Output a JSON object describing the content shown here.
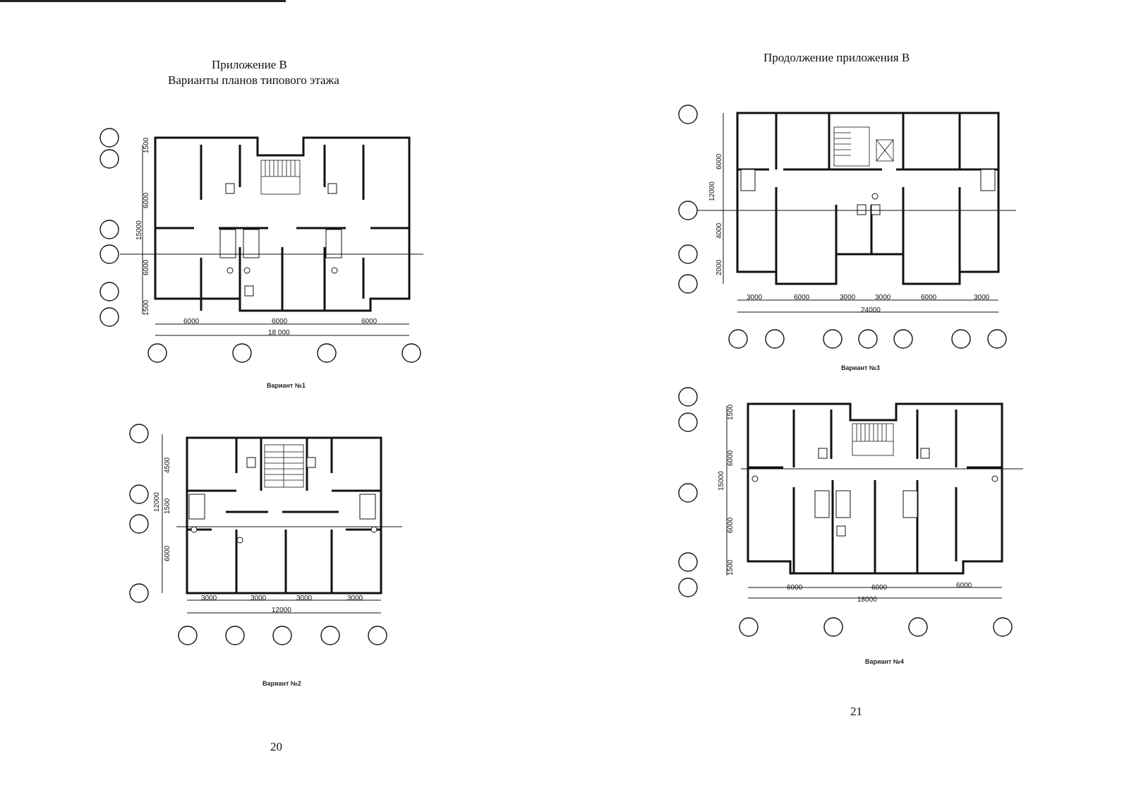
{
  "left_page": {
    "title": "Приложение В",
    "subtitle": "Варианты планов типового этажа",
    "page_number": "20",
    "plans": [
      {
        "caption": "Вариант №1",
        "dims_bottom": [
          "6000",
          "6000",
          "6000"
        ],
        "total": "18 000",
        "dims_side": [
          "1500",
          "6000",
          "15000",
          "6000",
          "1500"
        ]
      },
      {
        "caption": "Вариант №2",
        "dims_bottom": [
          "3000",
          "3000",
          "3000",
          "3000"
        ],
        "total": "12000",
        "dims_side": [
          "4500",
          "12000",
          "1500",
          "6000"
        ]
      }
    ]
  },
  "right_page": {
    "title": "Продолжение приложения В",
    "page_number": "21",
    "plans": [
      {
        "caption": "Вариант №3",
        "dims_bottom": [
          "3000",
          "6000",
          "3000",
          "3000",
          "6000",
          "3000"
        ],
        "total": "24000",
        "dims_side": [
          "6000",
          "12000",
          "4000",
          "2000"
        ]
      },
      {
        "caption": "Вариант №4",
        "dims_bottom": [
          "6000",
          "6000",
          "6000"
        ],
        "total": "18000",
        "dims_side": [
          "1500",
          "15000",
          "6000",
          "6000",
          "1500"
        ]
      }
    ]
  }
}
